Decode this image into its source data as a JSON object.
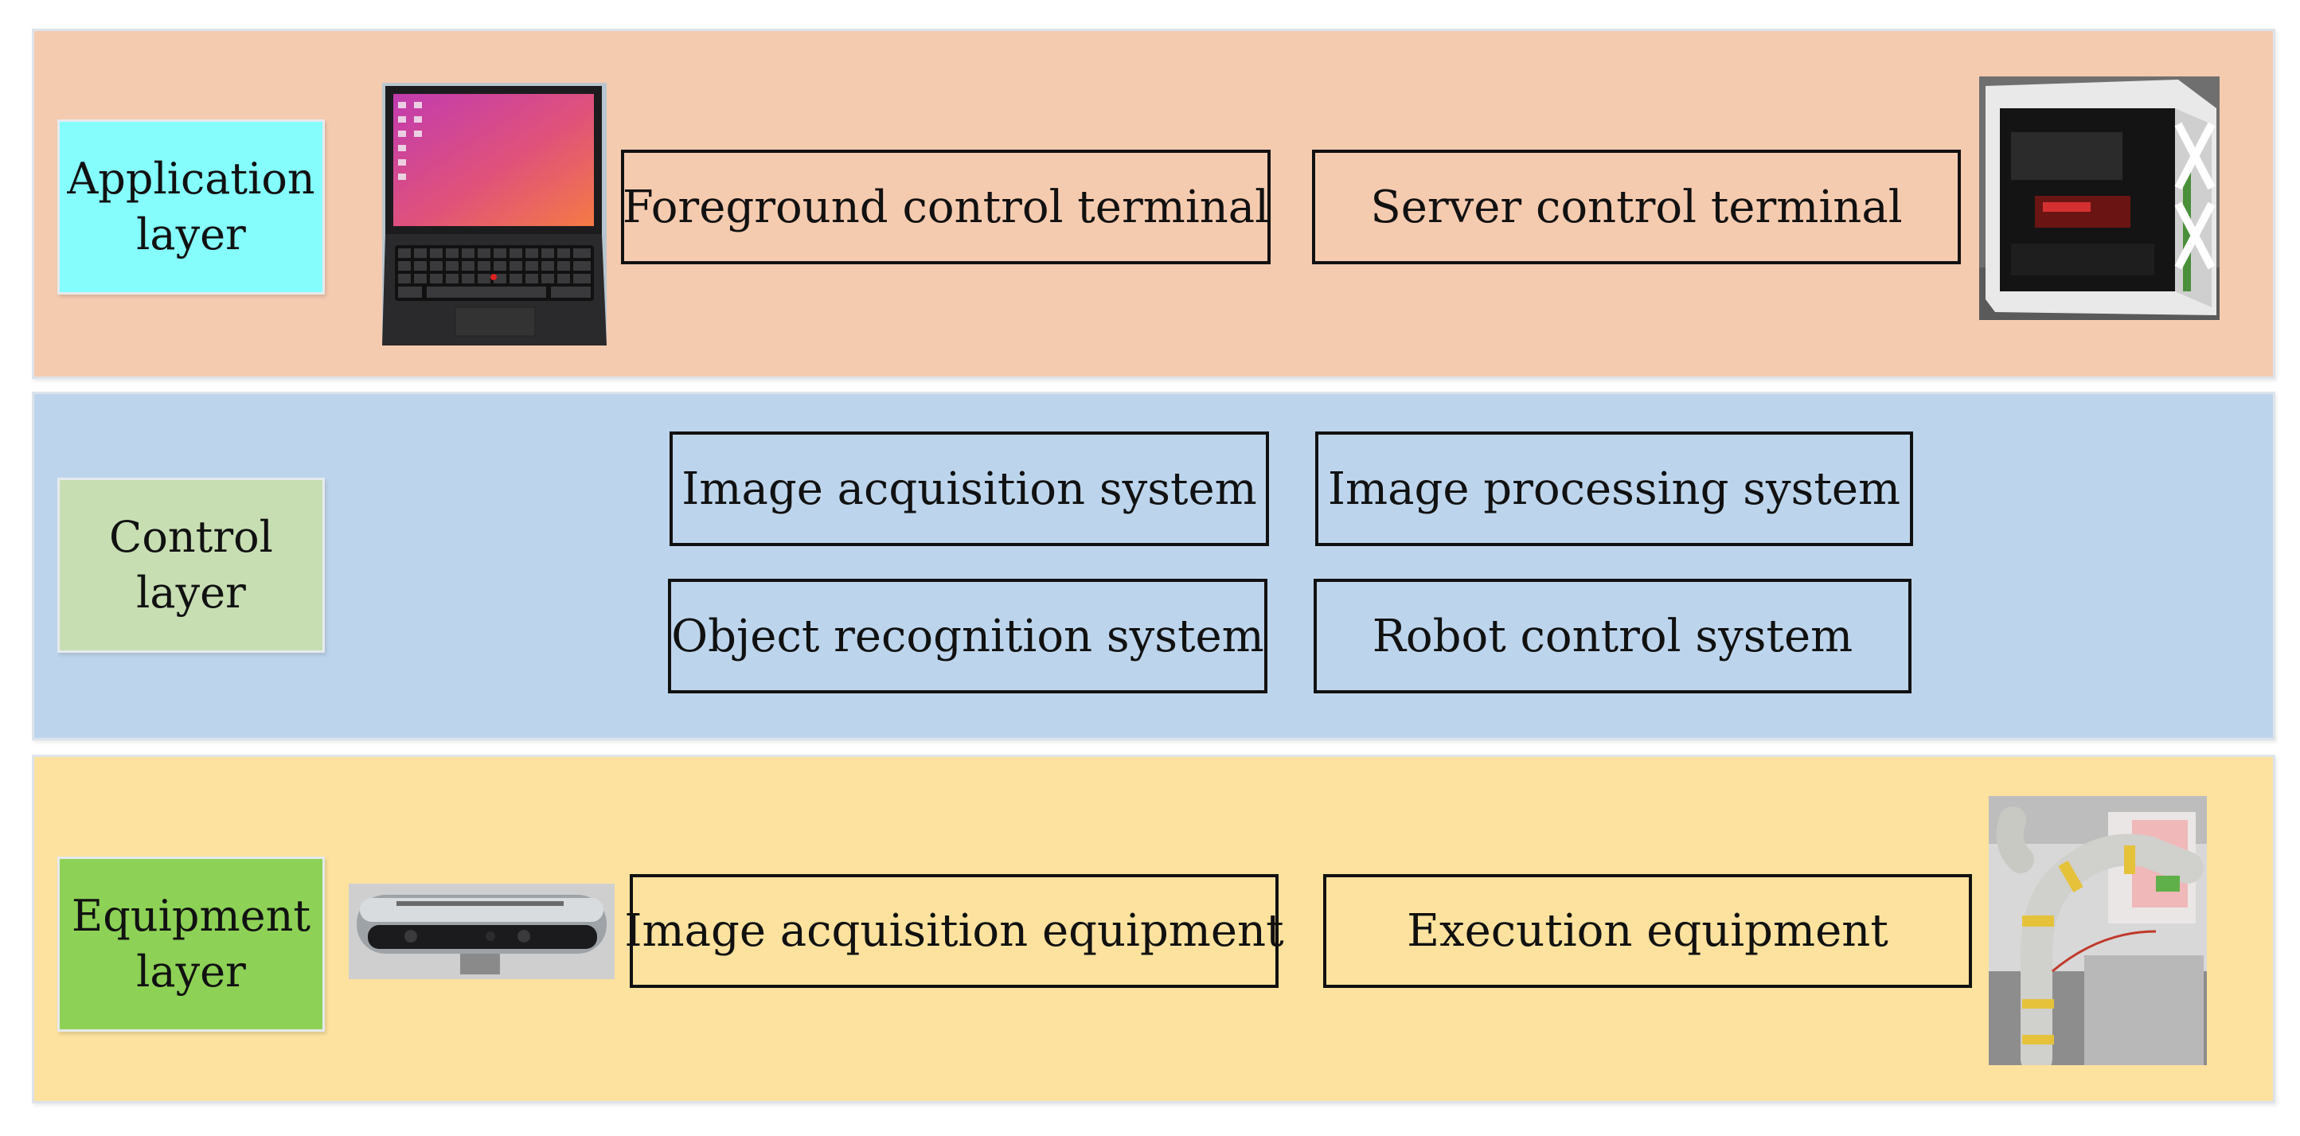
{
  "layers": {
    "application": {
      "label": "Application\nlayer",
      "color": "#f5cbb0",
      "label_color": "#85fdfd",
      "boxes": [
        "Foreground control terminal",
        "Server control terminal"
      ],
      "photos": [
        "laptop-photo",
        "server-tower-photo"
      ]
    },
    "control": {
      "label": "Control\nlayer",
      "color": "#bdd5ec",
      "label_color": "#c7deb3",
      "boxes": [
        "Image acquisition system",
        "Image processing system",
        "Object recognition system",
        "Robot control system"
      ]
    },
    "equipment": {
      "label": "Equipment\nlayer",
      "color": "#fce29e",
      "label_color": "#8dd156",
      "boxes": [
        "Image acquisition equipment",
        "Execution equipment"
      ],
      "photos": [
        "depth-camera-photo",
        "robot-arm-photo"
      ]
    }
  }
}
